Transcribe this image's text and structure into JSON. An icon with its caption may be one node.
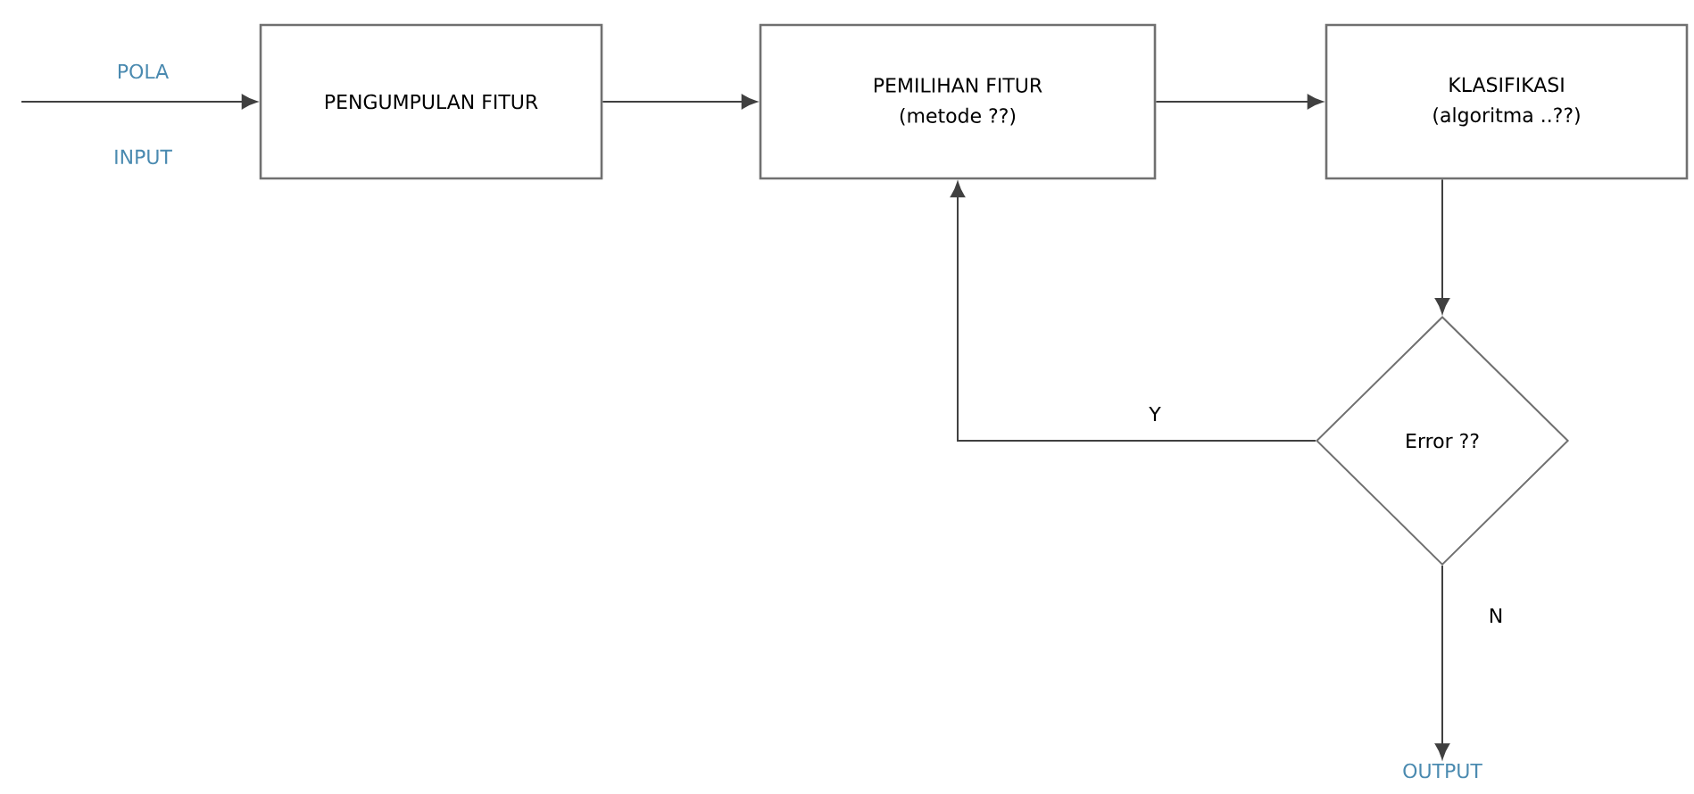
{
  "diagram": {
    "nodes": [
      {
        "text": [
          "PENGUMPULAN FITUR"
        ]
      },
      {
        "text": [
          "PEMILIHAN FITUR",
          "(metode ??)"
        ]
      },
      {
        "text": [
          "KLASIFIKASI",
          "(algoritma ..??)"
        ]
      },
      {
        "text": [
          "Error ??"
        ]
      },
      {
        "text": [
          "OUTPUT"
        ]
      }
    ],
    "edges": [
      {
        "from": null,
        "to": 0,
        "arrow": "to"
      },
      {
        "from": 0,
        "to": 1,
        "arrow": "to"
      },
      {
        "from": 1,
        "to": 2,
        "arrow": "to"
      },
      {
        "from": 2,
        "to": 3,
        "arrow": "to"
      },
      {
        "from": 3,
        "to": 1,
        "arrow": "to",
        "label": "Y"
      },
      {
        "from": 3,
        "to": 4,
        "arrow": "to",
        "label": "N"
      }
    ],
    "labels": [
      "POLA",
      "INPUT"
    ]
  }
}
